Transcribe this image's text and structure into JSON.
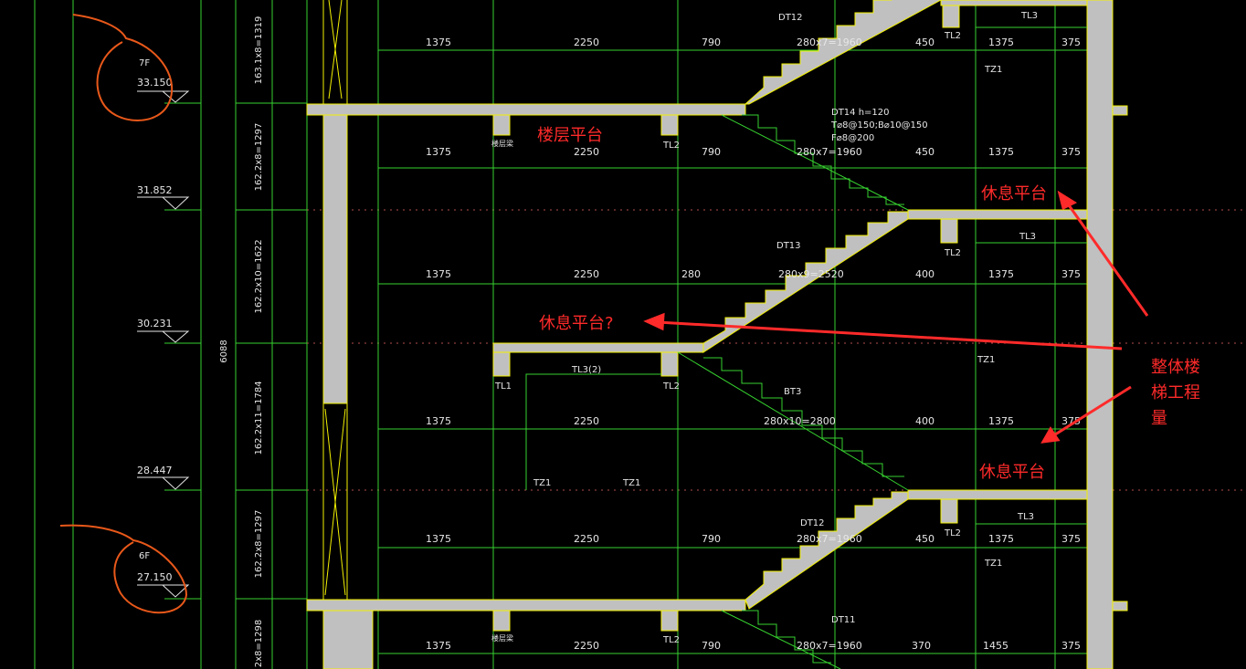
{
  "floors": {
    "7F": {
      "name": "7F",
      "elev": "33.150"
    },
    "6F": {
      "name": "6F",
      "elev": "27.150"
    },
    "mid_elevs": [
      "31.852",
      "30.231",
      "28.447"
    ]
  },
  "vertical_dims": [
    "163.1x8=1319",
    "162.2x8=1297",
    "162.2x10=1622",
    "162.2x11=1784",
    "162.2x8=1297",
    "2x8=1298"
  ],
  "total_height": "6088",
  "rows": {
    "r1": [
      "1375",
      "2250",
      "790",
      "280x7=1960",
      "450",
      "1375",
      "375"
    ],
    "r2": [
      "1375",
      "2250",
      "790",
      "280x7=1960",
      "450",
      "1375",
      "375"
    ],
    "r3": [
      "1375",
      "2250",
      "280",
      "280x9=2520",
      "400",
      "1375",
      "375"
    ],
    "r4": [
      "1375",
      "2250",
      "280x10=2800",
      "400",
      "1375",
      "375"
    ],
    "r5": [
      "1375",
      "2250",
      "790",
      "280x7=1960",
      "450",
      "1375",
      "375"
    ],
    "r6": [
      "1375",
      "2250",
      "790",
      "280x7=1960",
      "370",
      "1455",
      "375"
    ]
  },
  "labels": {
    "dt12_top": "DT12",
    "dt13": "DT13",
    "dt12_bottom": "DT12",
    "dt11": "DT11",
    "bt3": "BT3",
    "tl1": "TL1",
    "tl3_2": "TL3(2)",
    "tl2": "TL2",
    "tl3": "TL3",
    "tz1": "TZ1",
    "floor_beam": "楼层梁",
    "dt14_line1": "DT14  h=120",
    "dt14_line2": "T⌀8@150;B⌀10@150",
    "dt14_line3": "F⌀8@200"
  },
  "annotations": {
    "floor_platform": "楼层平台",
    "rest_platform_1": "休息平台",
    "rest_platform_q": "休息平台?",
    "rest_platform_2": "休息平台",
    "whole_stair": [
      "整体楼",
      "梯工程",
      "量"
    ]
  },
  "colors": {
    "background": "#000000",
    "grid": "#36d12f",
    "slab": "#c0c0c0",
    "outline": "#f2f000",
    "annotation": "#ff2a2a",
    "handdrawn": "#e8581a"
  }
}
